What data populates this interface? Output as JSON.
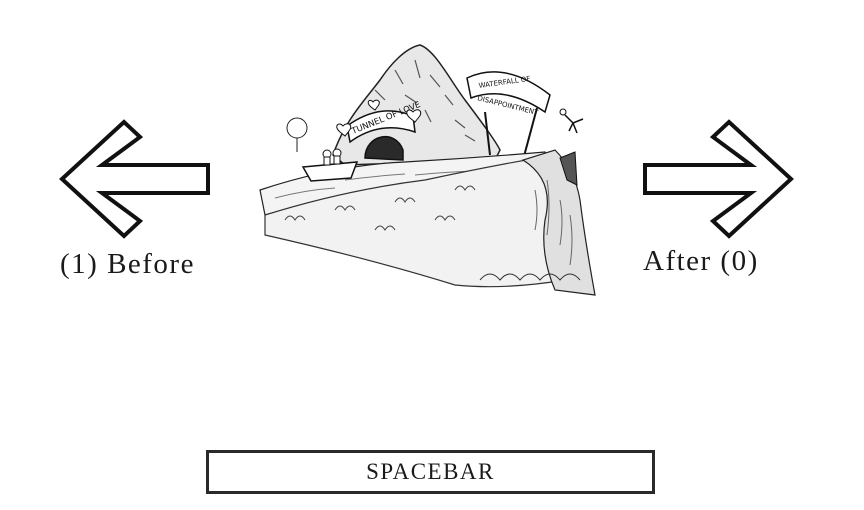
{
  "navigation": {
    "before_label": "(1) Before",
    "after_label": "After (0)",
    "left_arrow_icon": "left-arrow-icon",
    "right_arrow_icon": "right-arrow-icon"
  },
  "illustration": {
    "sign_tunnel": "TUNNEL OF LOVE",
    "sign_waterfall_line1": "WATERFALL OF",
    "sign_waterfall_line2": "DISAPPOINTMENT"
  },
  "spacebar": {
    "label": "SPACEBAR"
  },
  "colors": {
    "outline": "#1a1a1a",
    "background": "#ffffff"
  }
}
